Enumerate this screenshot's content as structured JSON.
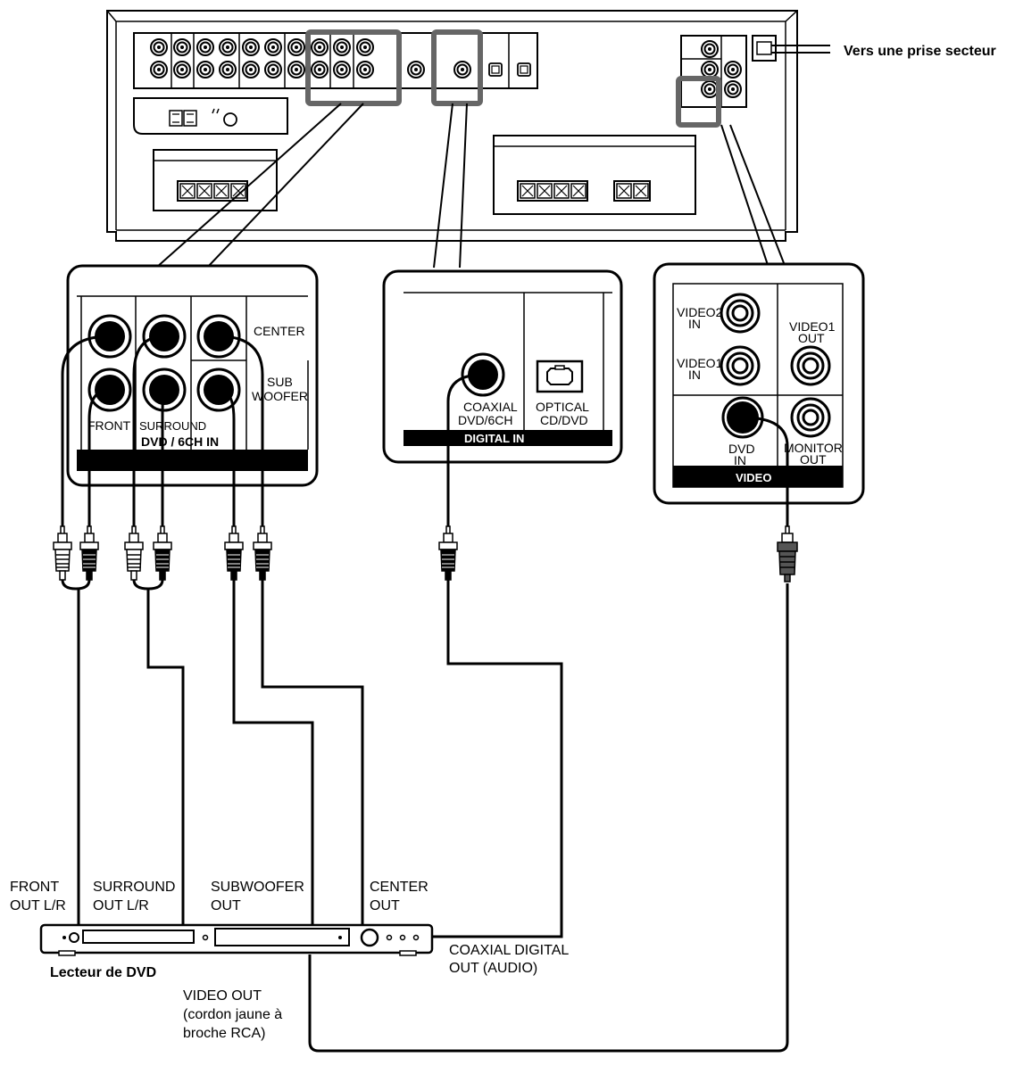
{
  "receiver": {
    "power_label": "Vers une prise secteur"
  },
  "panels": {
    "dvd_6ch": {
      "center": "CENTER",
      "sub_1": "SUB",
      "sub_2": "WOOFER",
      "front": "FRONT",
      "surround": "SURROUND",
      "title": "DVD / 6CH IN"
    },
    "digital": {
      "coaxial_1": "COAXIAL",
      "coaxial_2": "DVD/6CH",
      "optical_1": "OPTICAL",
      "optical_2": "CD/DVD",
      "title": "DIGITAL IN"
    },
    "video": {
      "video2_in_1": "VIDEO2",
      "video2_in_2": "IN",
      "video1_out_1": "VIDEO1",
      "video1_out_2": "OUT",
      "video1_in_1": "VIDEO1",
      "video1_in_2": "IN",
      "dvd_in_1": "DVD",
      "dvd_in_2": "IN",
      "monitor_out_1": "MONITOR",
      "monitor_out_2": "OUT",
      "title": "VIDEO"
    }
  },
  "dvd_player": {
    "name": "Lecteur de DVD",
    "front_out_1": "FRONT",
    "front_out_2": "OUT L/R",
    "surround_out_1": "SURROUND",
    "surround_out_2": "OUT L/R",
    "subwoofer_out_1": "SUBWOOFER",
    "subwoofer_out_2": "OUT",
    "center_out_1": "CENTER",
    "center_out_2": "OUT",
    "coaxial_out_1": "COAXIAL DIGITAL",
    "coaxial_out_2": "OUT (AUDIO)",
    "video_out_1": "VIDEO OUT",
    "video_out_2": "(cordon jaune à",
    "video_out_3": "broche RCA)"
  },
  "colors": {
    "highlight": "#666666",
    "line": "#000000",
    "background": "#ffffff"
  }
}
